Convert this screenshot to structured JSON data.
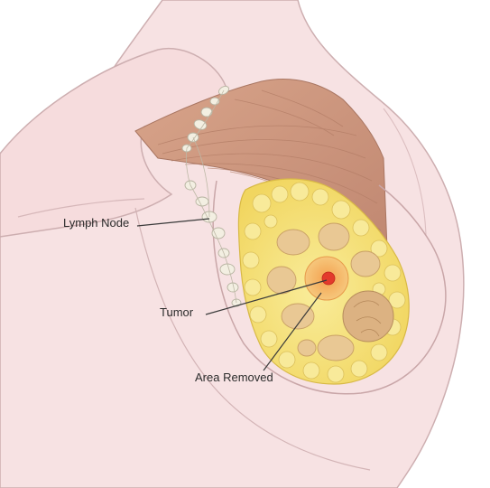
{
  "labels": {
    "lymph_node": "Lymph Node",
    "tumor": "Tumor",
    "area_removed": "Area Removed"
  },
  "colors": {
    "skin": "#f6dfe0",
    "skin_outline": "#cdaeb0",
    "muscle": "#c9957b",
    "fat": "#f5e27a",
    "lobule": "#e8c990",
    "tumor": "#e33a2c",
    "removed_area": "#f2b36a",
    "lymph_node": "#f3efe2"
  }
}
